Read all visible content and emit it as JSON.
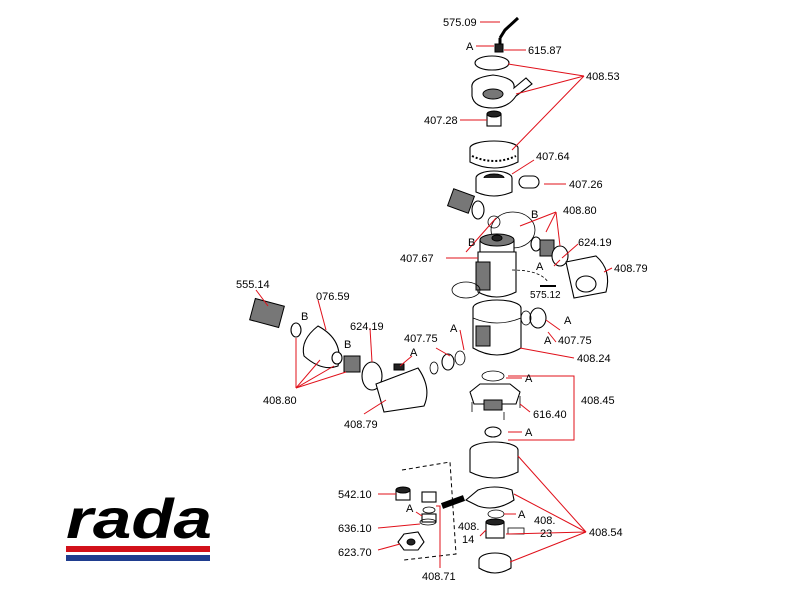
{
  "labels": {
    "p575_09": "575.09",
    "p615_87": "615.87",
    "a_top": "A",
    "p408_53": "408.53",
    "p407_28": "407.28",
    "p407_64": "407.64",
    "p407_26": "407.26",
    "p408_80_r": "408.80",
    "b1": "B",
    "b2": "B",
    "p624_19_r": "624.19",
    "p407_67": "407.67",
    "p408_79_r": "408.79",
    "a_r1": "A",
    "p575_12": "575.12",
    "a_r2": "A",
    "p555_14": "555.14",
    "p076_59": "076.59",
    "b_l1": "B",
    "b_l2": "B",
    "p624_19_l": "624.19",
    "p407_75_l": "407.75",
    "a_l": "A",
    "a_m": "A",
    "p407_75_r": "407.75",
    "a_mr": "A",
    "p408_24": "408.24",
    "p408_80_l": "408.80",
    "p408_79_l": "408.79",
    "a_c1": "A",
    "p616_40": "616.40",
    "p408_45": "408.45",
    "a_c2": "A",
    "p542_10": "542.10",
    "a_bl": "A",
    "p636_10": "636.10",
    "p623_70": "623.70",
    "p408_71": "408.71",
    "a_br": "A",
    "p408_14_a": "408.",
    "p408_14_b": "14",
    "p408_23_a": "408.",
    "p408_23_b": "23",
    "p408_54": "408.54"
  },
  "logo": {
    "text": "rada",
    "stripe_red": "#d2111a",
    "stripe_blue": "#1f3d8f"
  },
  "colors": {
    "leader": "#e0101a",
    "line": "#000000"
  }
}
